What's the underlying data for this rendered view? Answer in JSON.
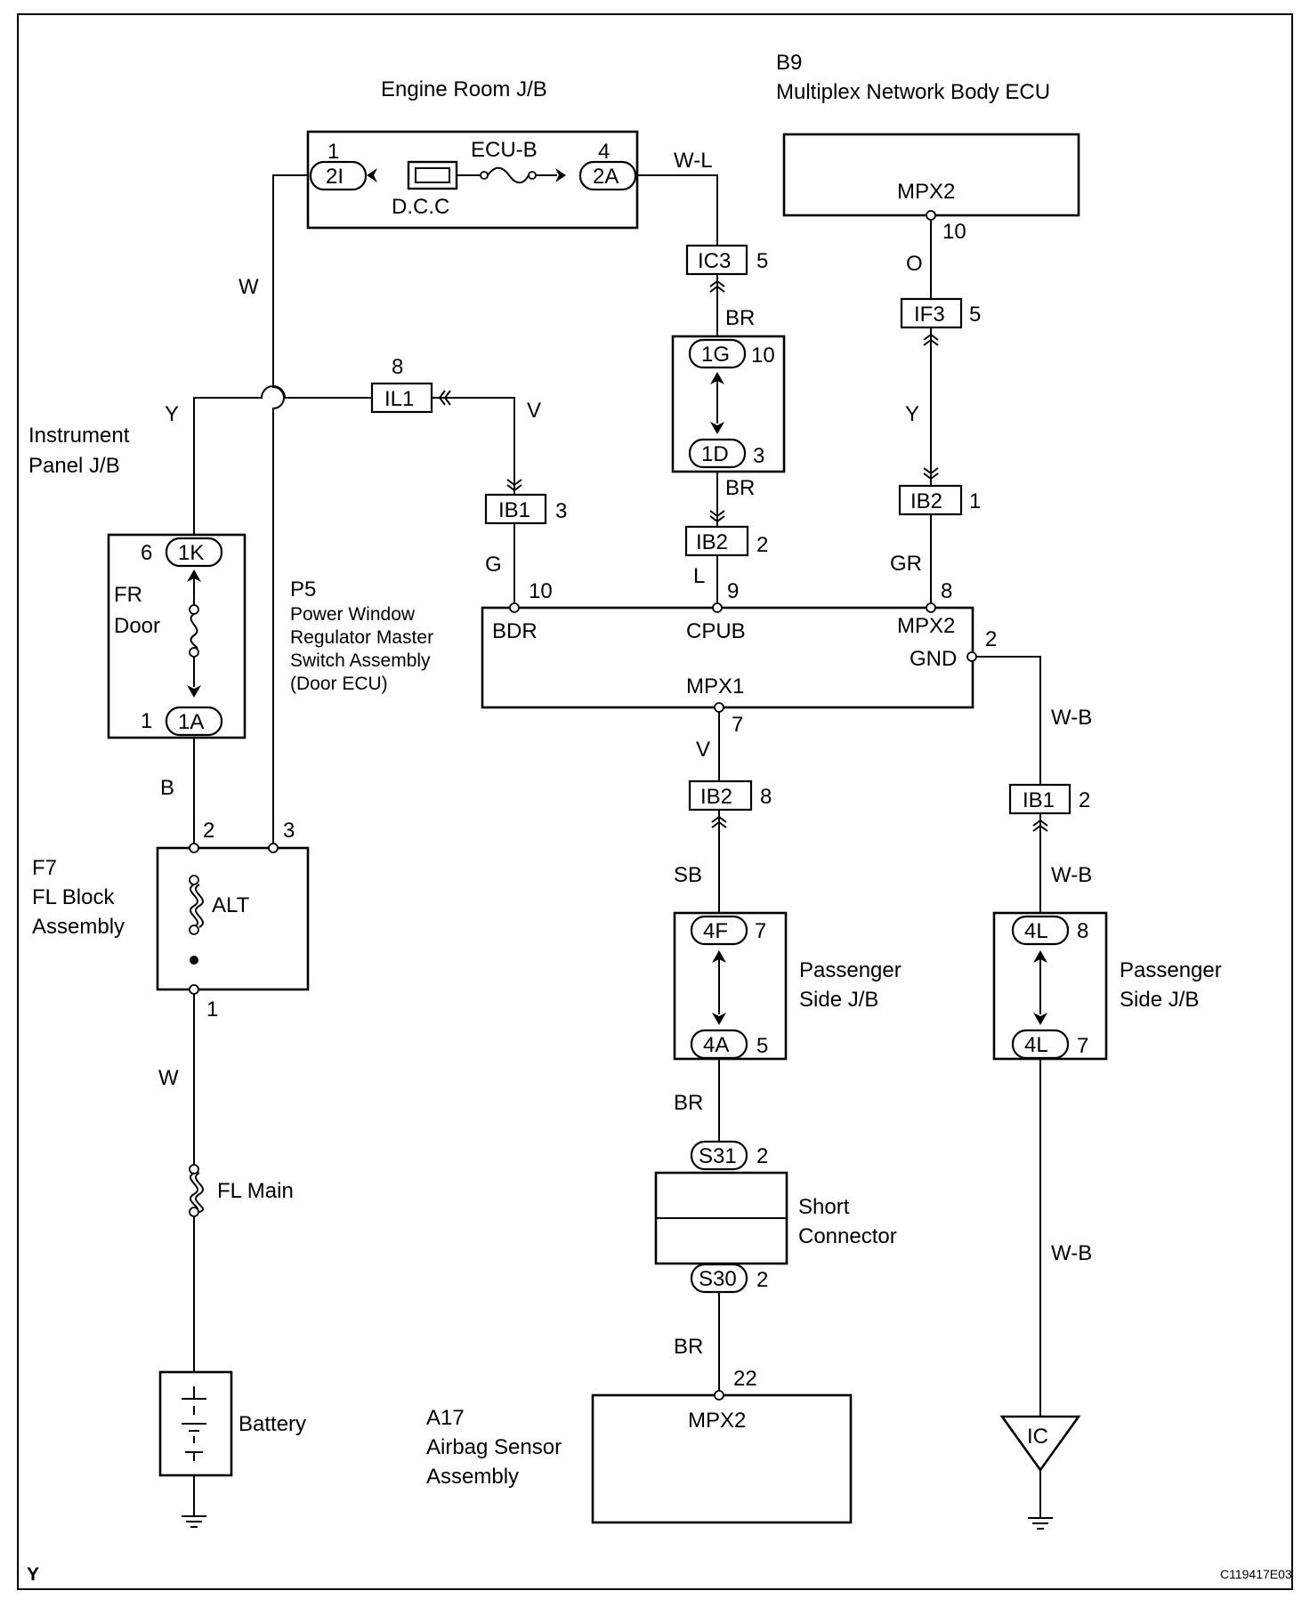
{
  "colors": {
    "ink": "#000000",
    "paper": "#ffffff"
  },
  "components": {
    "engine_jb": "Engine Room J/B",
    "ecu_b": "ECU-B",
    "dcc": "D.C.C",
    "b9_code": "B9",
    "b9_name": "Multiplex Network Body ECU",
    "instrument_panel_jb": [
      "Instrument",
      "Panel J/B"
    ],
    "fr_door": [
      "FR",
      "Door"
    ],
    "p5_code": "P5",
    "p5_name": [
      "Power Window",
      "Regulator Master",
      "Switch Assembly",
      "(Door ECU)"
    ],
    "f7_code": "F7",
    "f7_name": [
      "FL Block",
      "Assembly"
    ],
    "alt": "ALT",
    "fl_main": "FL Main",
    "battery": "Battery",
    "passenger_jb": [
      "Passenger",
      "Side J/B"
    ],
    "short_connector": [
      "Short",
      "Connector"
    ],
    "a17_code": "A17",
    "a17_name": [
      "Airbag Sensor",
      "Assembly"
    ],
    "ic": "IC"
  },
  "pins": {
    "bdr": "BDR",
    "cpub": "CPUB",
    "mpx2": "MPX2",
    "gnd": "GND",
    "mpx1": "MPX1"
  },
  "connectors": {
    "c2i": "2I",
    "c2a": "2A",
    "ic3": "IC3",
    "c1g": "1G",
    "c1d": "1D",
    "ib2": "IB2",
    "if3": "IF3",
    "il1": "IL1",
    "ib1": "IB1",
    "c1k": "1K",
    "c1a": "1A",
    "c4f": "4F",
    "c4a": "4A",
    "c4l": "4L",
    "s31": "S31",
    "s30": "S30"
  },
  "wires": {
    "w": "W",
    "wl": "W-L",
    "br": "BR",
    "o": "O",
    "y": "Y",
    "v": "V",
    "g": "G",
    "l": "L",
    "gr": "GR",
    "b": "B",
    "sb": "SB",
    "wb": "W-B"
  },
  "numbers": {
    "n1": "1",
    "n2": "2",
    "n3": "3",
    "n4": "4",
    "n5": "5",
    "n6": "6",
    "n7": "7",
    "n8": "8",
    "n9": "9",
    "n10": "10",
    "n22": "22"
  },
  "footer": {
    "corner": "Y",
    "figure_code": "C119417E03"
  }
}
